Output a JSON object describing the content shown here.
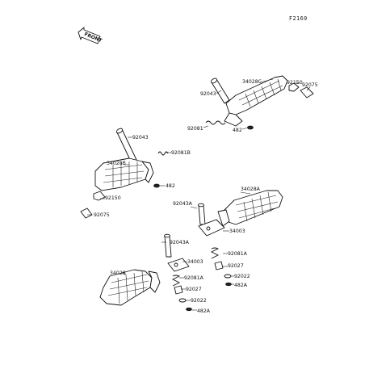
{
  "diagram_code": "F2160",
  "front_badge": "FRONT",
  "labels": {
    "rf_34028c": "34028C",
    "rf_92150": "92150",
    "rf_92075": "92075",
    "rf_92043": "92043",
    "rf_92081": "92081",
    "rf_482": "482",
    "lf_92043": "92043",
    "lf_92081b": "92081B",
    "lf_34028b": "34028B",
    "lf_482": "482",
    "lf_92150": "92150",
    "lf_92075": "92075",
    "rr_34028a": "34028A",
    "rr_92043a": "92043A",
    "rr_34003": "34003",
    "rr_92081a": "92081A",
    "rr_92027": "92027",
    "rr_92022": "92022",
    "rr_482a": "482A",
    "lr_92043a": "92043A",
    "lr_34003": "34003",
    "lr_34028": "34028",
    "lr_92081a": "92081A",
    "lr_92027": "92027",
    "lr_92022": "92022",
    "lr_482a": "482A"
  },
  "icons": {
    "front_arrow": "front-arrow-icon"
  }
}
